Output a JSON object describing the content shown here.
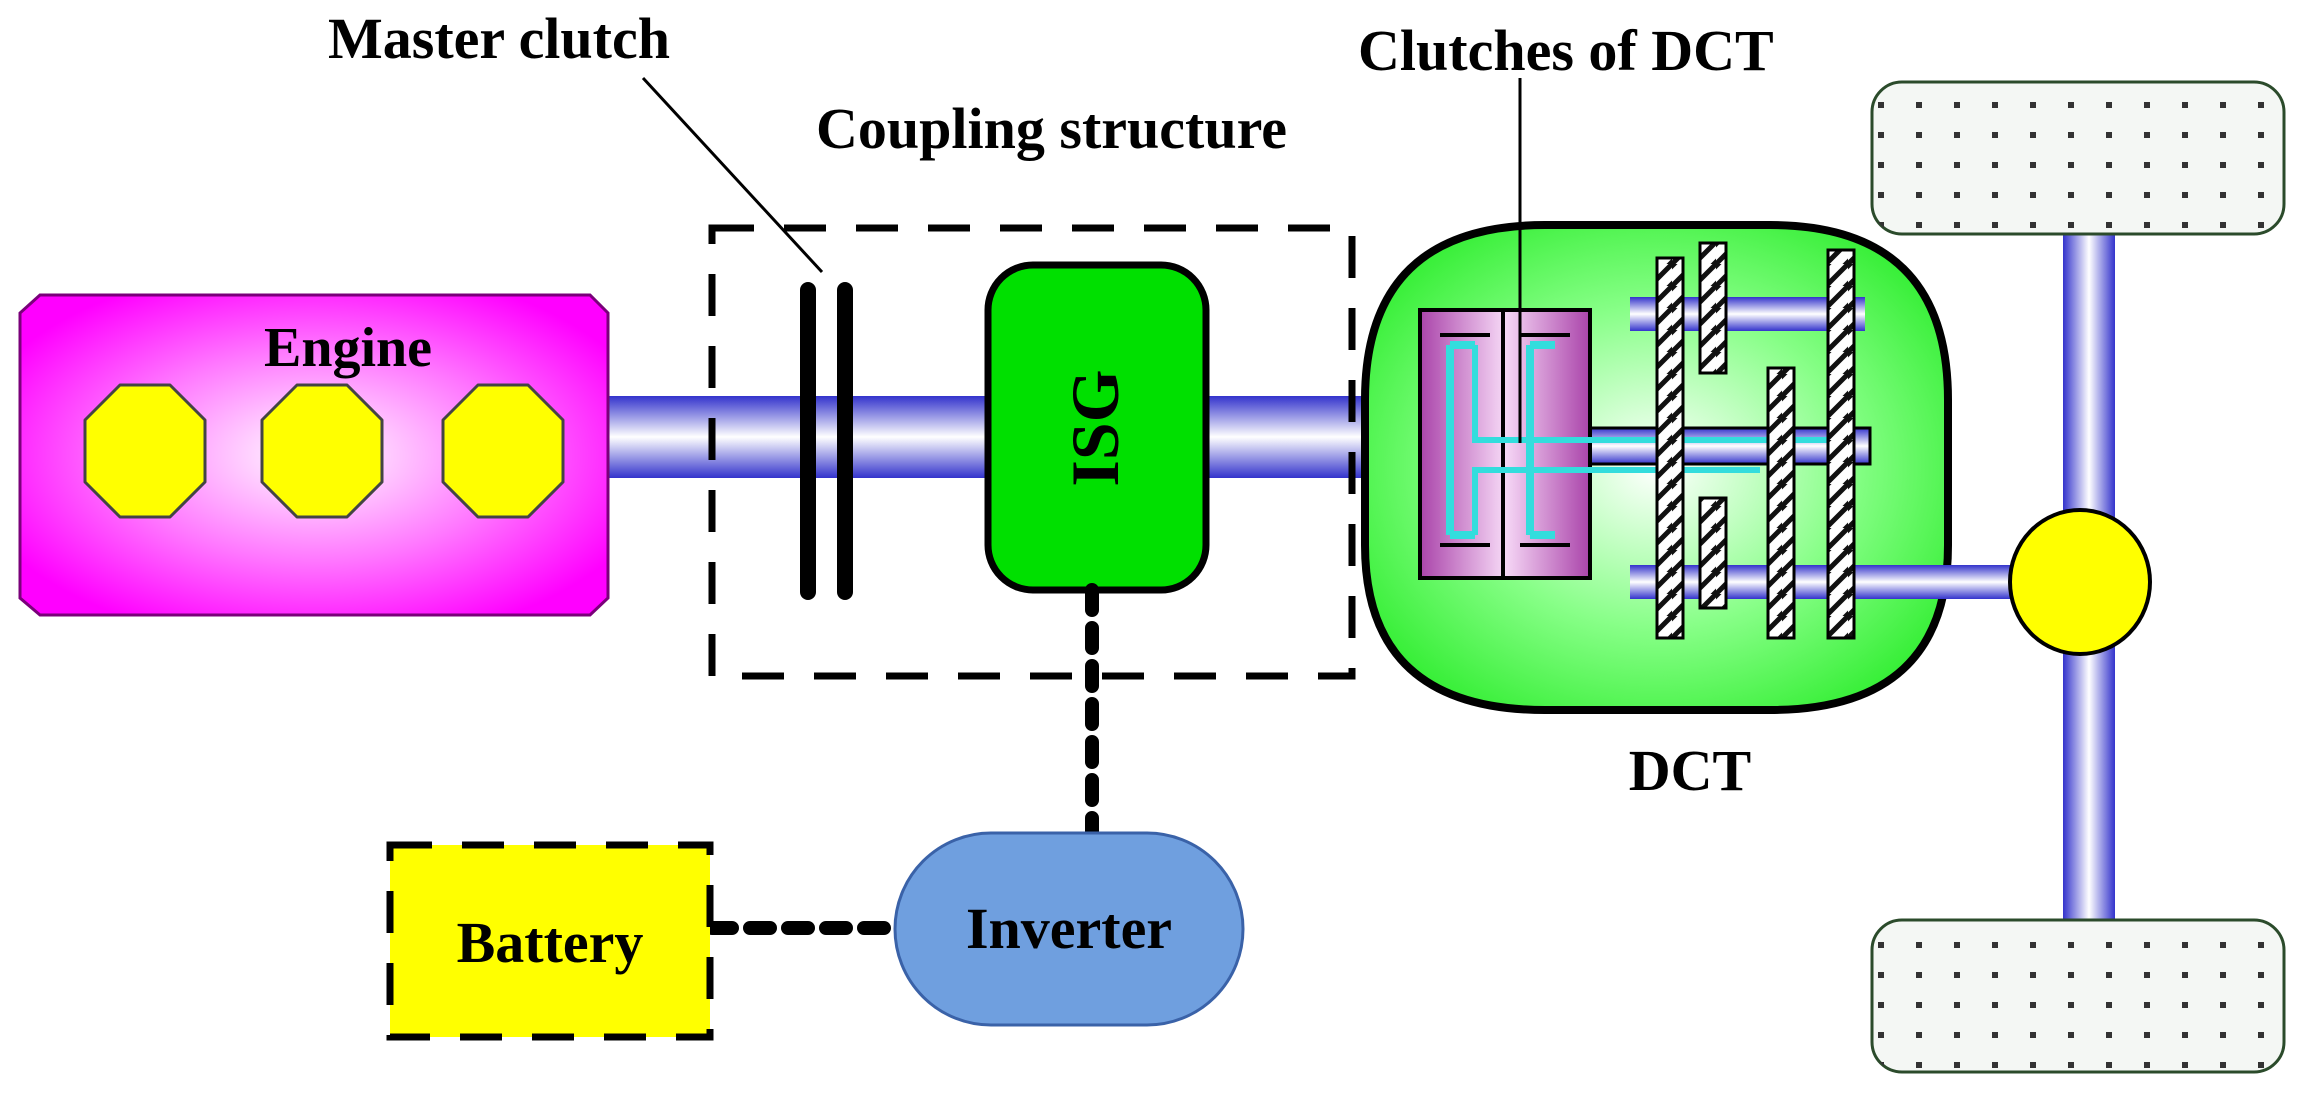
{
  "labels": {
    "master_clutch": "Master clutch",
    "coupling_structure": "Coupling structure",
    "clutches_of_dct": "Clutches of DCT",
    "engine": "Engine",
    "isg": "ISG",
    "dct": "DCT",
    "battery": "Battery",
    "inverter": "Inverter"
  },
  "colors": {
    "engine_fill": "#ff00ff",
    "cylinder_fill": "#ffff00",
    "isg_fill": "#00e000",
    "dct_fill": "#33ff33",
    "shaft": "#3333cc",
    "battery_fill": "#ffff00",
    "inverter_fill": "#6f9fdf",
    "clutch_pack": "#cc66cc",
    "clutch_inner": "#33dddd",
    "tire_fill": "#f4f7f4",
    "differential_fill": "#ffff00"
  }
}
